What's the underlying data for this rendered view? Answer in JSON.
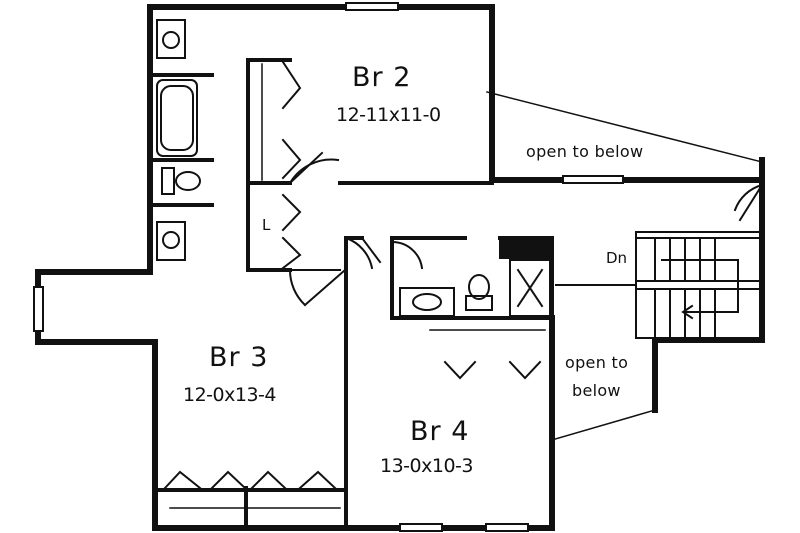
{
  "rooms": {
    "br2": {
      "name": "Br 2",
      "size": "12-11x11-0"
    },
    "br3": {
      "name": "Br 3",
      "size": "12-0x13-4"
    },
    "br4": {
      "name": "Br 4",
      "size": "13-0x10-3"
    }
  },
  "notes": {
    "open_top": "open to below",
    "open_right_line1": "open to",
    "open_right_line2": "below",
    "down": "Dn",
    "linen": "L"
  },
  "colors": {
    "wall": "#111111",
    "background": "#ffffff"
  }
}
